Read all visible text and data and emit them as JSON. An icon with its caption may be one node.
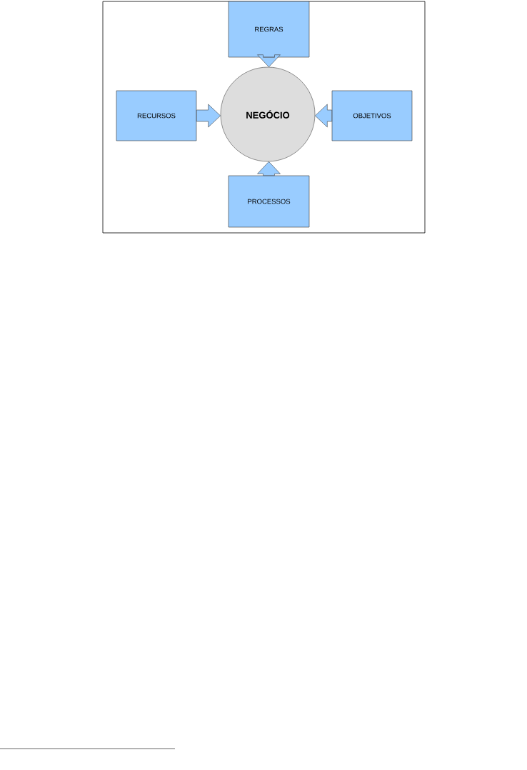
{
  "diagram": {
    "nodes": [
      {
        "text": [
          "REGRAS"
        ]
      },
      {
        "text": [
          "RECURSOS"
        ]
      },
      {
        "text": [
          "NEGÓCIO"
        ]
      },
      {
        "text": [
          "OBJETIVOS"
        ]
      },
      {
        "text": [
          "PROCESSOS"
        ]
      }
    ],
    "edges": [
      {
        "from": 0,
        "to": 2,
        "arrow": "to"
      },
      {
        "from": 1,
        "to": 2,
        "arrow": "to"
      },
      {
        "from": 3,
        "to": 2,
        "arrow": "to"
      },
      {
        "from": 4,
        "to": 2,
        "arrow": "to"
      }
    ]
  }
}
